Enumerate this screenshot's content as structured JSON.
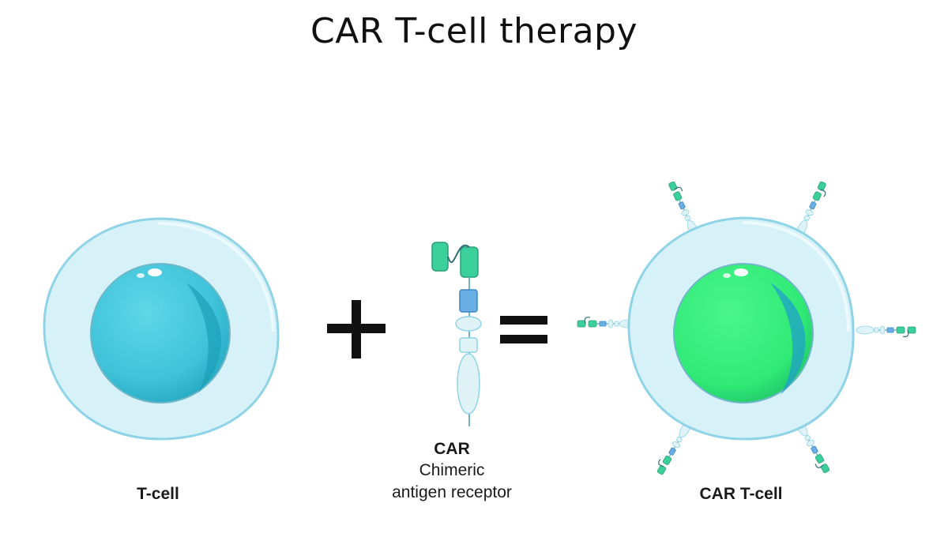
{
  "title": "CAR T-cell therapy",
  "labels": {
    "tcell": "T-cell",
    "car_bold": "CAR",
    "car_line1": "Chimeric",
    "car_line2": "antigen receptor",
    "cart": "CAR T-cell"
  },
  "operators": {
    "plus": "+",
    "equals": "="
  },
  "colors": {
    "membrane": "#d6f2f8",
    "membrane_edge": "#8fd3e6",
    "tcell_nucleus": "#46c7dc",
    "tcell_nucleus_dark": "#1a9fb8",
    "cart_nucleus": "#36f07a",
    "cart_nucleus_dark": "#1fa0c8",
    "car_green": "#3bcf9b",
    "car_blue": "#6aaee6",
    "car_pale": "#dff3f7"
  }
}
